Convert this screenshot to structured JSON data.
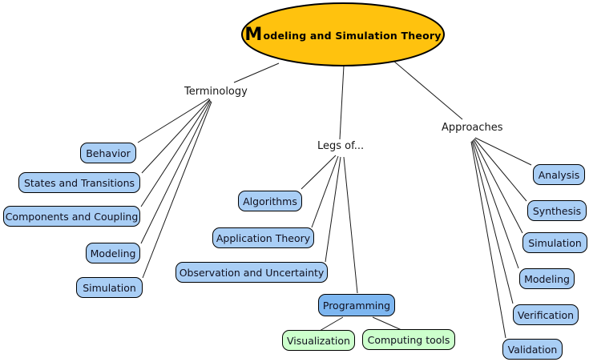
{
  "root": {
    "title_initial": "M",
    "title_rest": "odeling and Simulation Theory"
  },
  "branches": {
    "terminology": {
      "label": "Terminology",
      "children": {
        "behavior": "Behavior",
        "states": "States and Transitions",
        "components": "Components and Coupling",
        "modeling": "Modeling",
        "simulation": "Simulation"
      }
    },
    "legs": {
      "label": "Legs of...",
      "children": {
        "algorithms": "Algorithms",
        "application_theory": "Application Theory",
        "observation": "Observation and Uncertainty",
        "programming": "Programming"
      }
    },
    "approaches": {
      "label": "Approaches",
      "children": {
        "analysis": "Analysis",
        "synthesis": "Synthesis",
        "simulation": "Simulation",
        "modeling": "Modeling",
        "verification": "Verification",
        "validation": "Validation"
      }
    }
  },
  "programming_children": {
    "visualization": "Visualization",
    "computing_tools": "Computing tools"
  },
  "colors": {
    "root_fill": "#ffc20e",
    "node_fill": "#a9cef5",
    "node_selected_fill": "#7db6f0",
    "leaf_fill": "#ccffcc",
    "outline": "#000000",
    "background": "#ffffff"
  }
}
